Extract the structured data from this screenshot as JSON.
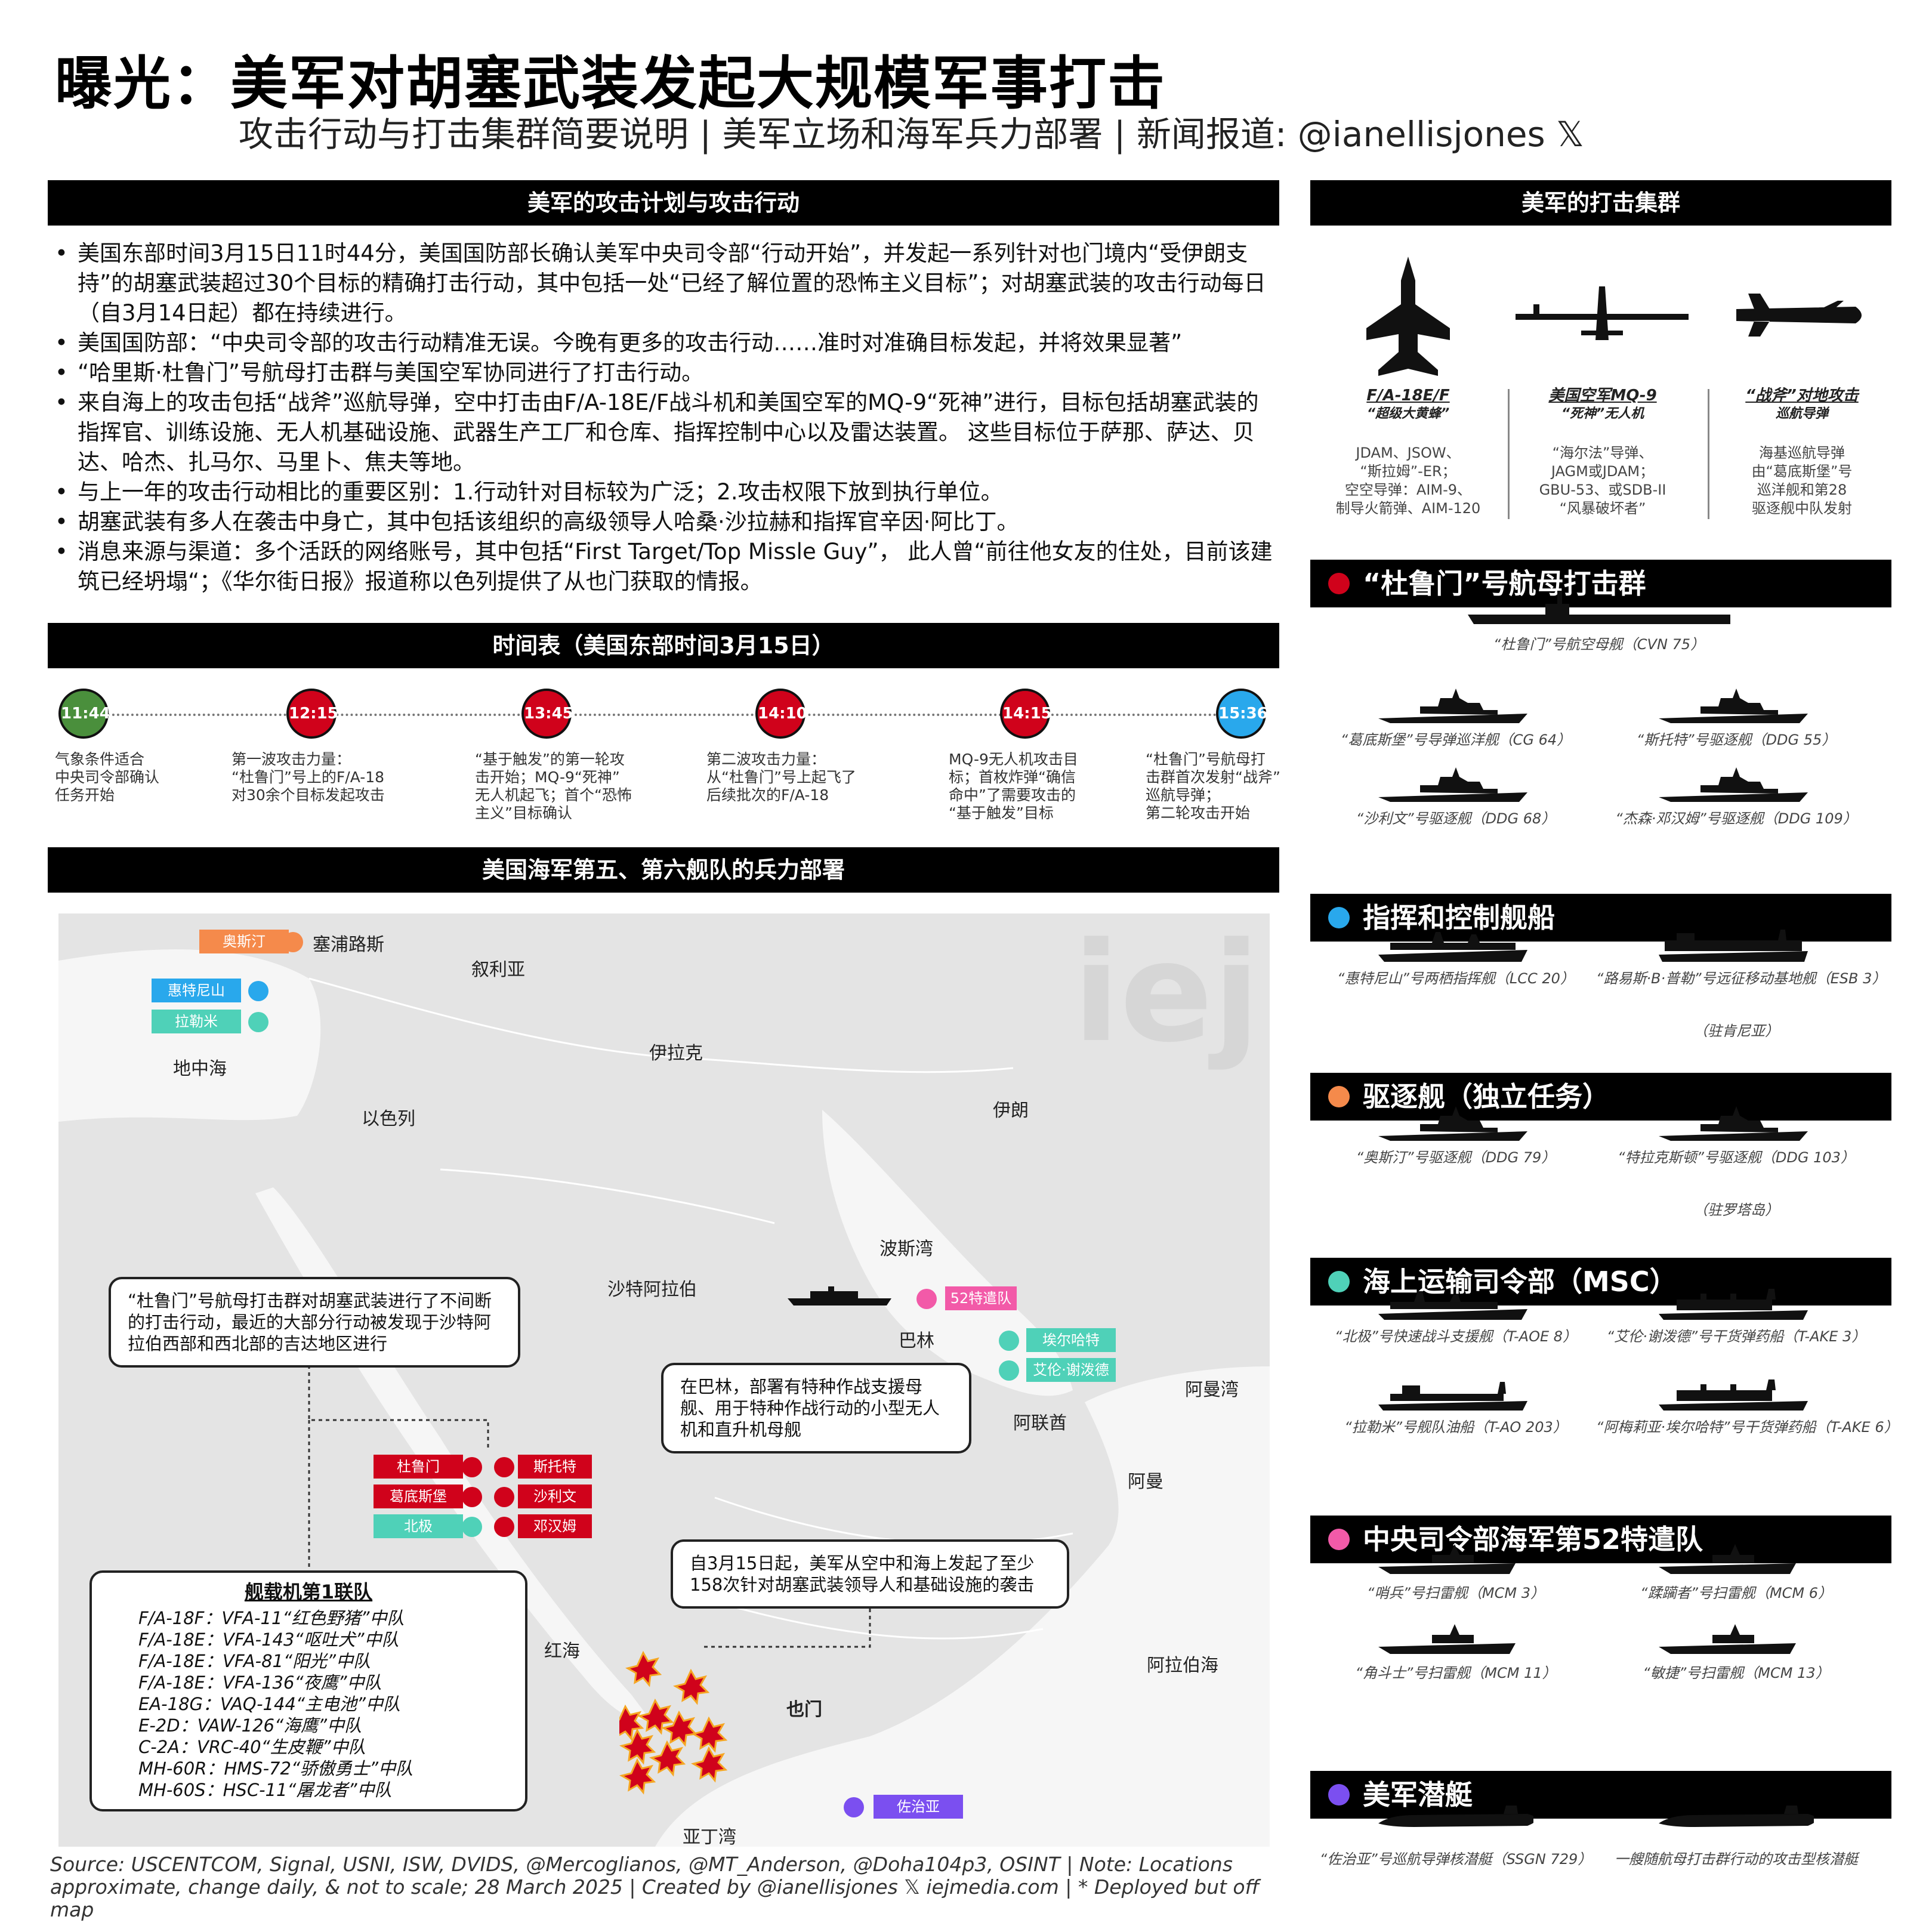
{
  "header": {
    "title": "曝光：美军对胡塞武装发起大规模军事打击",
    "subtitle": "攻击行动与打击集群简要说明  | 美军立场和海军兵力部署 | 新闻报道:  @ianellisjones 𝕏"
  },
  "attack_plan": {
    "heading": "美军的攻击计划与攻击行动",
    "bullets": [
      "美国东部时间3月15日11时44分，美国国防部长确认美军中央司令部“行动开始”，并发起一系列针对也门境内“受伊朗支持”的胡塞武装超过30个目标的精确打击行动，其中包括一处“已经了解位置的恐怖主义目标”；对胡塞武装的攻击行动每日（自3月14日起）都在持续进行。",
      "美国国防部：“中央司令部的攻击行动精准无误。今晚有更多的攻击行动……准时对准确目标发起，并将效果显著”",
      "“哈里斯·杜鲁门”号航母打击群与美国空军协同进行了打击行动。",
      "来自海上的攻击包括“战斧”巡航导弹，空中打击由F/A-18E/F战斗机和美国空军的MQ-9“死神”进行，目标包括胡塞武装的指挥官、训练设施、无人机基础设施、武器生产工厂和仓库、指挥控制中心以及雷达装置。  这些目标位于萨那、萨达、贝达、哈杰、扎马尔、马里卜、焦夫等地。",
      "与上一年的攻击行动相比的重要区别：1.行动针对目标较为广泛；2.攻击权限下放到执行单位。",
      "胡塞武装有多人在袭击中身亡，其中包括该组织的高级领导人哈桑·沙拉赫和指挥官辛因·阿比丁。",
      "消息来源与渠道：多个活跃的网络账号，其中包括“First Target/Top Missle Guy”， 此人曾“前往他女友的住处，目前该建筑已经坍塌“；《华尔街日报》报道称以色列提供了从也门获取的情报。"
    ]
  },
  "timeline": {
    "heading": "时间表（美国东部时间3月15日）",
    "events": [
      {
        "time": "11:44",
        "color": "#4a8f3c",
        "text": "气象条件适合\n中央司令部确认\n任务开始"
      },
      {
        "time": "12:15",
        "color": "#d0021b",
        "text": "第一波攻击力量：\n“杜鲁门”号上的F/A-18\n对30余个目标发起攻击"
      },
      {
        "time": "13:45",
        "color": "#d0021b",
        "text": "“基于触发”的第一轮攻\n击开始；MQ-9“死神”\n无人机起飞；首个“恐怖\n主义”目标确认"
      },
      {
        "time": "14:10",
        "color": "#d0021b",
        "text": "第二波攻击力量：\n从“杜鲁门”号上起飞了\n后续批次的F/A-18"
      },
      {
        "time": "14:15",
        "color": "#d0021b",
        "text": "MQ-9无人机攻击目\n标；首枚炸弹“确信\n命中”了需要攻击的\n“基于触发”目标"
      },
      {
        "time": "15:36",
        "color": "#29a8ec",
        "text": "“杜鲁门”号航母打\n击群首次发射“战斧”\n巡航导弹；\n第二轮攻击开始"
      }
    ]
  },
  "deployment": {
    "heading": "美国海军第五、第六舰队的兵力部署",
    "watermark": "iej",
    "regions": {
      "cyprus": "塞浦路斯",
      "syria": "叙利亚",
      "iraq": "伊拉克",
      "med": "地中海",
      "israel": "以色列",
      "iran": "伊朗",
      "gulf": "波斯湾",
      "saudi": "沙特阿拉伯",
      "bahrain": "巴林",
      "uae": "阿联酋",
      "gulf_oman": "阿曼湾",
      "oman": "阿曼",
      "red_sea": "红海",
      "arabian_sea": "阿拉伯海",
      "yemen": "也门",
      "aden": "亚丁湾"
    },
    "ship_tags": {
      "oscar_austin": "奥斯汀",
      "whidbey": "惠特尼山",
      "ramage": "拉勒米",
      "tf52": "52特遣队",
      "alan": "埃尔哈特",
      "amelia": "艾伦·谢泼德",
      "truman": "杜鲁门",
      "gettysburg": "葛底斯堡",
      "arctic": "北极",
      "stout": "斯托特",
      "sullivans": "沙利文",
      "jason": "邓汉姆",
      "sub": "佐治亚"
    },
    "callouts": {
      "truman_note": "“杜鲁门”号航母打击群对胡塞武装进行了不间断的打击行动，最近的大部分行动被发现于沙特阿拉伯西部和西北部的吉达地区进行",
      "bahrain_note": "在巴林，部署有特种作战支援母舰、用于特种作战行动的小型无人机和直升机母舰",
      "strikes_note": "自3月15日起，美军从空中和海上发起了至少158次针对胡塞武装领导人和基础设施的袭击"
    },
    "air_wing": {
      "title": "舰载机第1联队",
      "items": [
        "F/A-18F：VFA-11“红色野猪”中队",
        "F/A-18E：VFA-143“呕吐犬”中队",
        "F/A-18E：VFA-81“阳光”中队",
        "F/A-18E：VFA-136“夜鹰”中队",
        "EA-18G：VAQ-144“主电池”中队",
        "E-2D：VAW-126“海鹰”中队",
        "C-2A：VRC-40“生皮鞭”中队",
        "MH-60R：HMS-72“骄傲勇士”中队",
        "MH-60S：HSC-11“屠龙者”中队"
      ]
    }
  },
  "strike_groups": {
    "heading": "美军的打击集群",
    "aircraft": [
      {
        "name": "F/A-18E/F",
        "alias": "“超级大黄蜂”",
        "desc": "JDAM、JSOW、\n“斯拉姆”-ER；\n空空导弹：AIM-9、\n制导火箭弹、AIM-120"
      },
      {
        "name": "美国空军MQ-9",
        "alias": "“死神”无人机",
        "desc": "“海尔法”导弹、\nJAGM或JDAM；\nGBU-53、或SDB-II\n“风暴破坏者”"
      },
      {
        "name": "“战斧”对地攻击",
        "alias": "巡航导弹",
        "desc": "海基巡航导弹\n由“葛底斯堡”号\n巡洋舰和第28\n驱逐舰中队发射"
      }
    ]
  },
  "sections": [
    {
      "title": "“杜鲁门”号航母打击群",
      "color": "#d0021b",
      "ships": [
        "“杜鲁门”号航空母舰（CVN 75）",
        "“葛底斯堡”号导弹巡洋舰（CG 64）",
        "“斯托特”号驱逐舰（DDG 55）",
        "“沙利文”号驱逐舰（DDG 68）",
        "“杰森·邓汉姆”号驱逐舰（DDG 109）"
      ]
    },
    {
      "title": "指挥和控制舰船",
      "color": "#29a8ec",
      "ships": [
        "“惠特尼山”号两栖指挥舰（LCC 20）",
        "“路易斯·B·普勒”号远征移动基地舰（ESB 3）",
        "（驻肯尼亚）"
      ]
    },
    {
      "title": "驱逐舰（独立任务）",
      "color": "#f58a4b",
      "ships": [
        "“奥斯汀”号驱逐舰（DDG 79）",
        "“特拉克斯顿”号驱逐舰（DDG 103）",
        "（驻罗塔岛）"
      ]
    },
    {
      "title": "海上运输司令部（MSC）",
      "color": "#4fd1b8",
      "ships": [
        "“北极”号快速战斗支援舰（T-AOE 8）",
        "“艾伦·谢泼德”号干货弹药船（T-AKE 3）",
        "“拉勒米”号舰队油船（T-AO 203）",
        "“阿梅莉亚·埃尔哈特”号干货弹药船（T-AKE 6）"
      ]
    },
    {
      "title": "中央司令部海军第52特遣队",
      "color": "#f25aa8",
      "ships": [
        "“哨兵”号扫雷舰（MCM 3）",
        "“蹂躏者”号扫雷舰（MCM 6）",
        "“角斗士”号扫雷舰（MCM 11）",
        "“敏捷”号扫雷舰（MCM 13）"
      ]
    },
    {
      "title": "美军潜艇",
      "color": "#7b4ff0",
      "ships": [
        "“佐治亚”号巡航导弹核潜艇（SSGN 729）",
        "一艘随航母打击群行动的攻击型核潜艇"
      ]
    }
  ],
  "footer": {
    "source": "Source: USCENTCOM, Signal, USNI, ISW, DVIDS, @Mercoglianos, @MT_Anderson, @Doha104p3, OSINT | Note: Locations approximate, change daily, & not to scale; 28 March 2025 | Created by @ianellisjones 𝕏 iejmedia.com | * Deployed but off map"
  }
}
